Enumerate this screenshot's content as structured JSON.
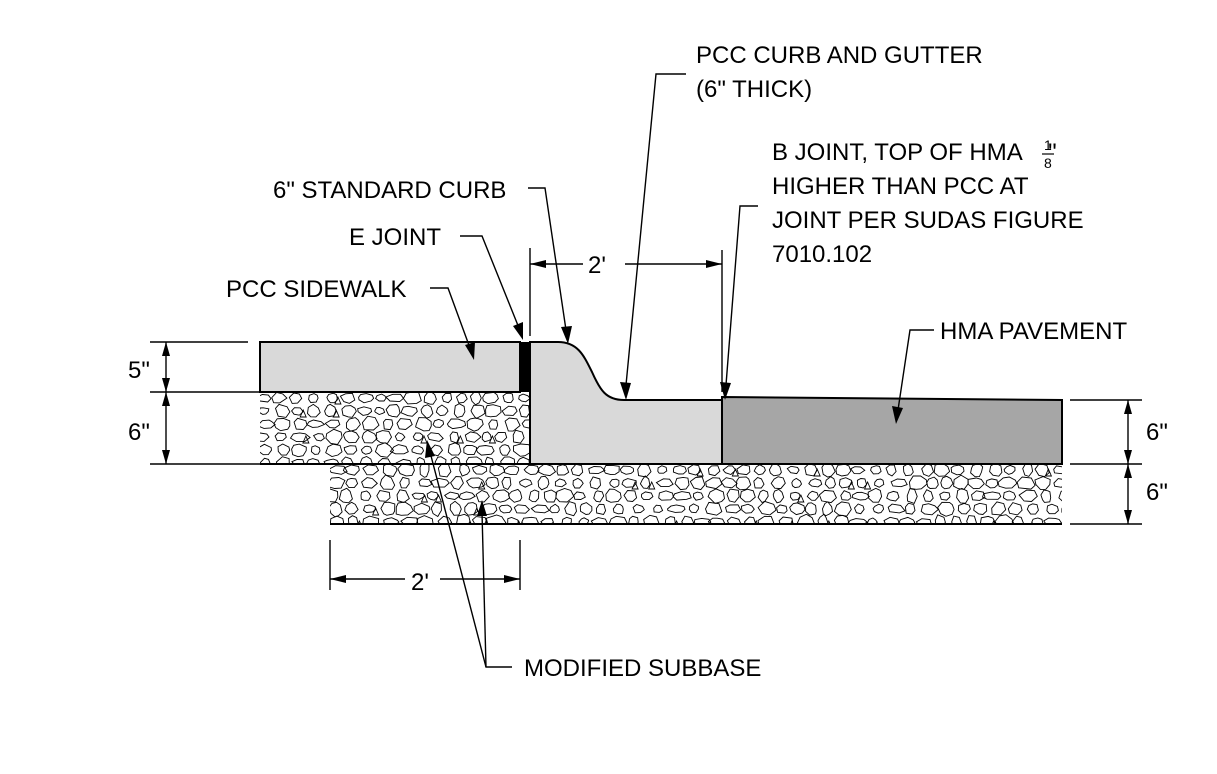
{
  "labels": {
    "curb_gutter_line1": "PCC CURB AND GUTTER",
    "curb_gutter_line2": "(6\" THICK)",
    "b_joint_line1_pre": "B JOINT, TOP OF HMA ",
    "b_joint_frac_num": "1",
    "b_joint_frac_den": "8",
    "b_joint_line1_post": "\"",
    "b_joint_line2": "HIGHER THAN PCC AT",
    "b_joint_line3": "JOINT PER SUDAS FIGURE",
    "b_joint_line4": "7010.102",
    "standard_curb": "6\" STANDARD CURB",
    "e_joint": "E JOINT",
    "sidewalk": "PCC SIDEWALK",
    "hma_pavement": "HMA PAVEMENT",
    "modified_subbase": "MODIFIED SUBBASE"
  },
  "dimensions": {
    "curb_width": "2'",
    "subbase_extension": "2'",
    "sidewalk_thickness": "5\"",
    "sidewalk_subbase_thickness": "6\"",
    "pavement_thickness": "6\"",
    "pavement_subbase_thickness": "6\""
  },
  "colors": {
    "sidewalk_fill": "#d9d9d9",
    "curb_fill": "#d9d9d9",
    "hma_fill": "#a6a6a6",
    "joint_fill": "#000000",
    "line": "#000000"
  }
}
